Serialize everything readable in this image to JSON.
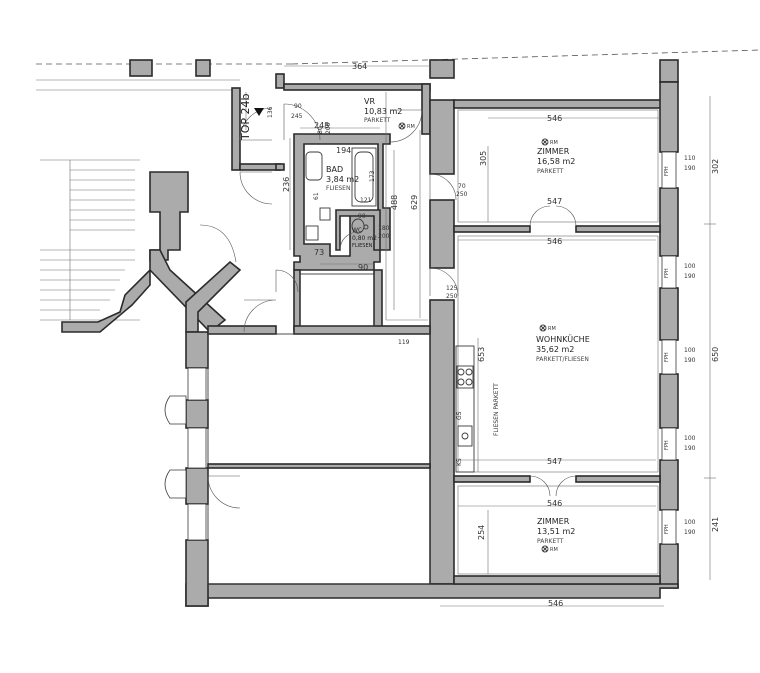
{
  "unit": {
    "label": "TOP 24b"
  },
  "rooms": {
    "vr": {
      "name": "VR",
      "area": "10,83 m2",
      "floor": "PARKETT"
    },
    "bad": {
      "name": "BAD",
      "area": "3,84 m2",
      "floor": "FLIESEN"
    },
    "wc": {
      "name": "WC",
      "area": "0,80 m2",
      "floor": "FLIESEN"
    },
    "zimmer_top": {
      "name": "ZIMMER",
      "area": "16,58 m2",
      "floor": "PARKETT"
    },
    "wohnkueche": {
      "name": "WOHNKÜCHE",
      "area": "35,62 m2",
      "floor": "PARKETT/FLIESEN"
    },
    "zimmer_bottom": {
      "name": "ZIMMER",
      "area": "13,51 m2",
      "floor": "PARKETT"
    }
  },
  "labels": {
    "rm": "RM",
    "fliesen_parkett": "FLIESEN PARKETT",
    "gs": "GS",
    "ks": "KS",
    "fph": "FPH"
  },
  "dimensions": {
    "top_364": "364",
    "zimmer_top_width": "546",
    "zimmer_top_door_width": "547",
    "wohn_width": "546",
    "wohn_bottom_width": "547",
    "zimmer_bottom_width": "546",
    "overall_bottom": "546",
    "vr_248": "248",
    "vr_136": "136",
    "door_90_245": "90\n245",
    "d_90": "90",
    "d_245": "245",
    "d_80": "80",
    "d_200": "200",
    "d_194": "194",
    "d_236": "236",
    "d_173": "173",
    "d_121": "121",
    "d_488": "488",
    "d_629": "629",
    "d_305": "305",
    "d_70": "70",
    "d_250": "250",
    "d_125": "125",
    "d_250b": "250",
    "d_73": "73",
    "d_90b": "90",
    "d_119": "119",
    "d_653": "653",
    "d_254": "254",
    "d_61": "61",
    "d_90c": "90",
    "d_180": "180",
    "d_200c": "200",
    "right_302": "302",
    "right_650": "650",
    "right_241": "241",
    "win_110": "110",
    "win_190a": "190",
    "win_100a": "100",
    "win_190b": "190",
    "win_100b": "100",
    "win_190c": "190",
    "win_100c": "100",
    "win_190d": "190",
    "win_100d": "100",
    "win_190e": "190"
  }
}
